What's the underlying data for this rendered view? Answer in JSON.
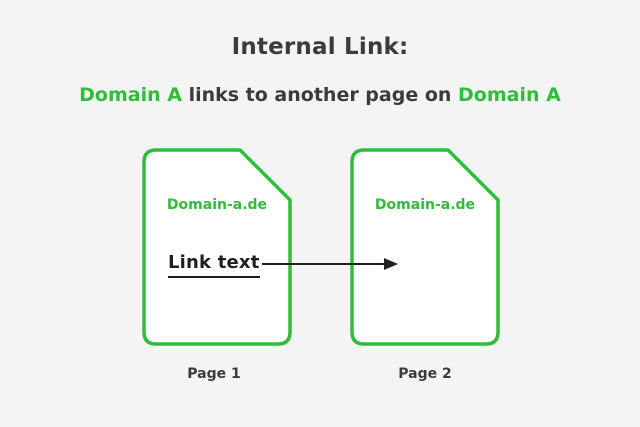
{
  "title": "Internal Link:",
  "subtitle": {
    "part1": "Domain A",
    "part2": " links to another page on ",
    "part3": "Domain A"
  },
  "pages": [
    {
      "domain": "Domain-a.de",
      "caption": "Page 1"
    },
    {
      "domain": "Domain-a.de",
      "caption": "Page 2"
    }
  ],
  "link_text": "Link text",
  "colors": {
    "accent": "#2fbd3b",
    "text": "#3b3b3b",
    "background": "#f4f4f4",
    "arrow": "#1f1f1f"
  }
}
